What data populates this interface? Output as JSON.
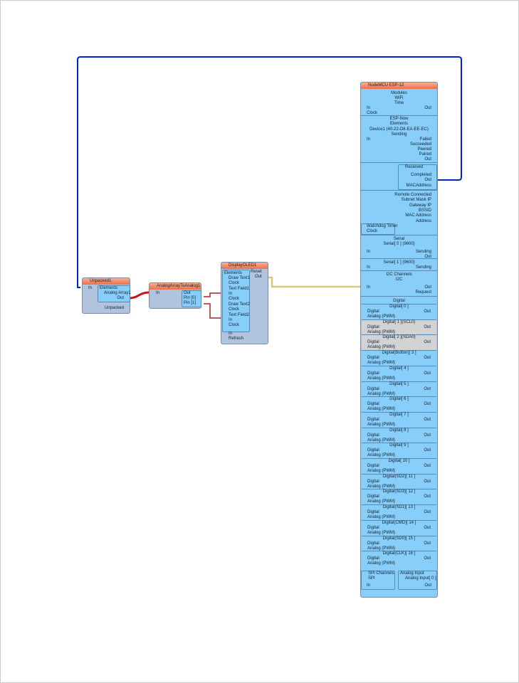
{
  "unpacked": {
    "title": "Unpacked1",
    "in": "In",
    "elements": "Elements",
    "analog_array": "Analog Array1",
    "out": "Out",
    "unpacked": "Unpacked"
  },
  "analog_array": {
    "title": "AnalogArrayToAnalog1",
    "in": "In",
    "out": "Out",
    "pin0": "Pin [0]",
    "pin1": "Pin [1]"
  },
  "display": {
    "title": "DisplayOLED1",
    "elements": "Elements",
    "reset": "Reset",
    "out": "Out",
    "draw_text1": "Draw Text1",
    "text_field1": "Text Field1",
    "draw_text2": "Draw Text2",
    "text_field2": "Text Field2",
    "clock": "Clock",
    "in": "In",
    "refresh": "Refresh"
  },
  "nodemcu": {
    "title": "NodeMCU ESP-12",
    "modules": "Modules",
    "wifi": "WiFi",
    "time": "Time",
    "in": "In",
    "out": "Out",
    "clock": "Clock",
    "esp_now": "ESP-Now",
    "elements": "Elements",
    "device": "Device1 (40-22-D8-EA-EE-EC)",
    "sending": "Sending",
    "failed": "Failed",
    "succeeded": "Succeeded",
    "peered": "Peered",
    "paired": "Paired",
    "received": "Received",
    "completed": "Completed",
    "mac_address_out": "MACAddress",
    "remote_connected": "Remote Connected",
    "subnet_mask": "Subnet Mask IP",
    "gateway": "Gateway IP",
    "bssid": "BSSID",
    "mac_address": "MAC Address",
    "address": "Address",
    "watchdog": "Watchdog Timer",
    "serial": "Serial",
    "serial0": "Serial[ 0 ] (9600)",
    "serial1": "Serial[ 1 ] (9600)",
    "sending_out": "Sending",
    "i2c_channels": "I2C Channels",
    "i2c": "I2C",
    "request": "Request",
    "digital": "Digital",
    "digital_label": "Digital",
    "analog_pwm": "Analog (PWM)",
    "digital_pins": [
      "Digital[ 0 ]",
      "Digital[ 1 ](SCL0)",
      "Digital[ 2 ](SDA0)",
      "Digital(Button)[ 3 ]",
      "Digital[ 4 ]",
      "Digital[ 5 ]",
      "Digital[ 6 ]",
      "Digital[ 7 ]",
      "Digital[ 8 ]",
      "Digital[ 9 ]",
      "Digital[ 10 ]",
      "Digital(SD2)[ 11 ]",
      "Digital(SD3)[ 12 ]",
      "Digital(SD1)[ 13 ]",
      "Digital(CMD)[ 14 ]",
      "Digital(SD0)[ 15 ]",
      "Digital(CLK)[ 16 ]"
    ],
    "spi_channels": "SPI Channels",
    "spi": "SPI",
    "analog_input": "Analog Input",
    "analog_input0": "Analog Input[ 0 ]"
  }
}
